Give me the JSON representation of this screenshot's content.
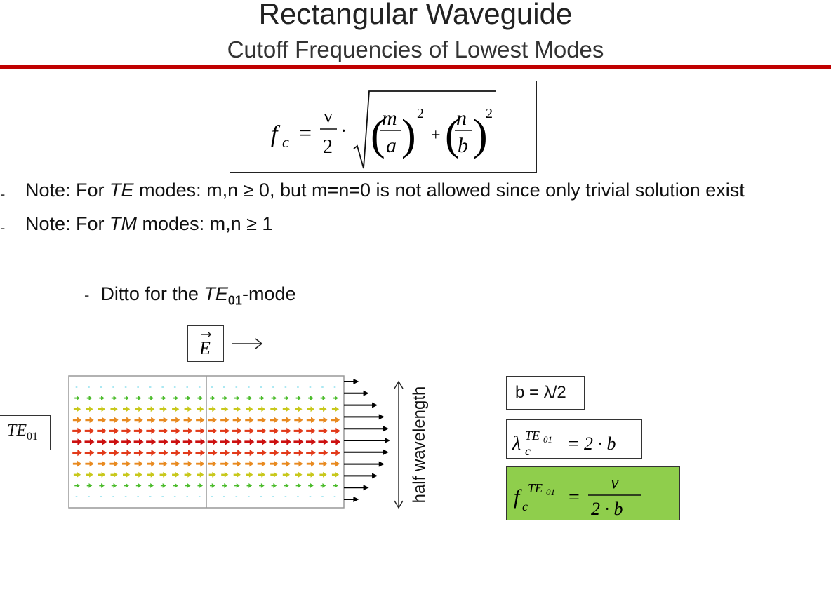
{
  "header": {
    "title": "Rectangular Waveguide",
    "subtitle": "Cutoff Frequencies of Lowest Modes",
    "accent_color": "#c00000"
  },
  "formula": {
    "lhs": "f",
    "lhs_sub": "c",
    "equals": "=",
    "num": "v",
    "den": "2",
    "dot": "·",
    "m": "m",
    "a": "a",
    "n": "n",
    "b": "b",
    "plus": "+",
    "exp": "2"
  },
  "notes": [
    {
      "dash": "-",
      "prefix": "Note: For ",
      "mode": "TE",
      "suffix": " modes: m,n ≥ 0, but m=n=0 is not allowed since only trivial solution exist"
    },
    {
      "dash": "-",
      "prefix": "Note: For ",
      "mode": "TM",
      "suffix": " modes: m,n ≥ 1"
    }
  ],
  "sub_bullet": {
    "dash": "-",
    "prefix": "Ditto for the ",
    "mode": "TE",
    "mode_sub": "01",
    "suffix": "-mode"
  },
  "field_legend": {
    "symbol": "E",
    "arrow": "→"
  },
  "mode_label": {
    "mode": "TE",
    "sub": "01"
  },
  "diagram": {
    "half_wavelength_label": "half wavelength",
    "row_colors": [
      "#7fdcec",
      "#4cbc2c",
      "#c8c81c",
      "#e88a20",
      "#e23a1a",
      "#cc1010",
      "#e23a1a",
      "#e88a20",
      "#c8c81c",
      "#4cbc2c",
      "#7fdcec"
    ]
  },
  "equations": {
    "eq1": "b = λ/2",
    "eq2": {
      "lhs": "λ",
      "sup": "TE",
      "sup_sub": "01",
      "sub": "c",
      "rhs": "= 2 · b"
    },
    "eq3": {
      "lhs": "f",
      "sup": "TE",
      "sup_sub": "01",
      "sub": "c",
      "eq": "=",
      "num": "v",
      "den": "2 · b"
    },
    "highlight_color": "#8fce4c"
  }
}
